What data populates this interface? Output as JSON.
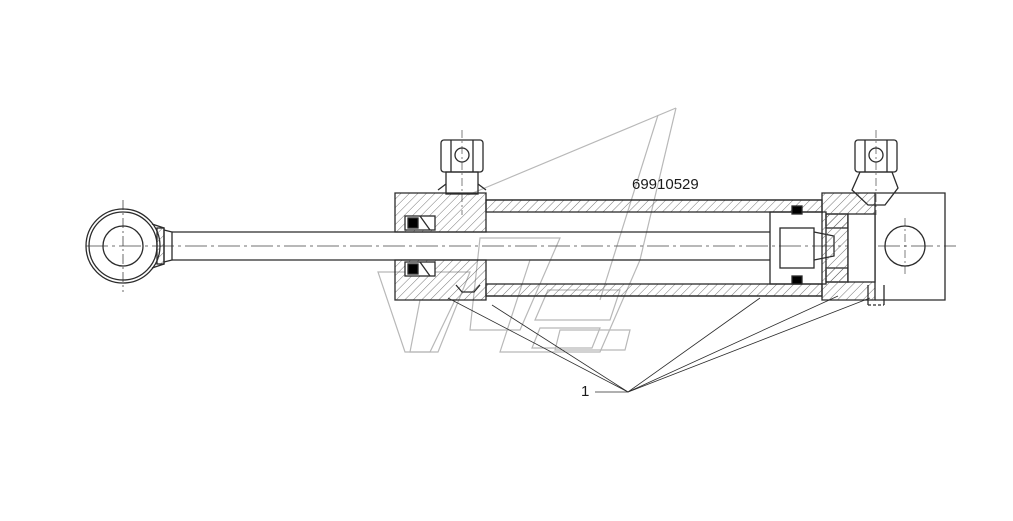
{
  "drawing": {
    "part_number": "69910529",
    "callouts": [
      {
        "id": "item-1",
        "text": "1"
      }
    ],
    "colors": {
      "line": "#2b2b2b",
      "hatch": "#555555",
      "watermark": "#b8b8b8"
    }
  }
}
